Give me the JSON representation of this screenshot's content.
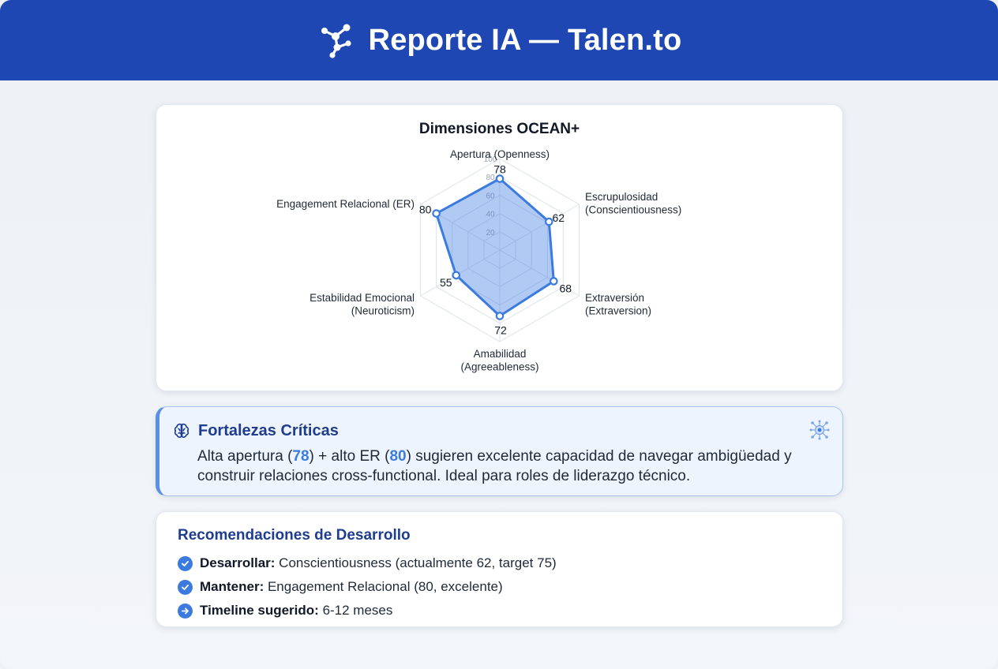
{
  "header": {
    "title": "Reporte IA — Talen.to",
    "logo_icon": "network-nodes-icon"
  },
  "chart_card": {
    "title": "Dimensiones OCEAN+"
  },
  "chart_data": {
    "type": "radar",
    "title": "Dimensiones OCEAN+",
    "range": [
      0,
      100
    ],
    "ticks": [
      "20",
      "40",
      "60",
      "80",
      "100"
    ],
    "axes": [
      {
        "label": [
          "Apertura (Openness)"
        ],
        "value": 78
      },
      {
        "label": [
          "Escrupulosidad",
          "(Conscientiousness)"
        ],
        "value": 62
      },
      {
        "label": [
          "Extraversión",
          "(Extraversion)"
        ],
        "value": 68
      },
      {
        "label": [
          "Amabilidad",
          "(Agreeableness)"
        ],
        "value": 72
      },
      {
        "label": [
          "Estabilidad Emocional",
          "(Neuroticism)"
        ],
        "value": 55
      },
      {
        "label": [
          "Engagement Relacional (ER)"
        ],
        "value": 80
      }
    ],
    "series_color": "#3b7be0",
    "grid": true
  },
  "strength_card": {
    "icon": "brain-icon",
    "title": "Fortalezas Críticas",
    "text_part1": "Alta apertura (",
    "highlight1": "78",
    "text_part2": ") + alto ER (",
    "highlight2": "80",
    "text_part3": ") sugieren excelente capacidad de navegar ambigüedad y construir relaciones cross-functional. Ideal para roles de liderazgo técnico.",
    "deco_icon": "ai-chip-icon"
  },
  "recommendations": {
    "title": "Recomendaciones de Desarrollo",
    "items": [
      {
        "icon": "check-circle-icon",
        "label": "Desarrollar:",
        "text": "Conscientiousness (actualmente 62, target 75)"
      },
      {
        "icon": "check-circle-icon",
        "label": "Mantener:",
        "text": "Engagement Relacional (80, excelente)"
      },
      {
        "icon": "arrow-circle-icon",
        "label": "Timeline sugerido:",
        "text": "6-12 meses"
      }
    ]
  },
  "colors": {
    "header_bg": "#1e47b4",
    "accent": "#3b7be0",
    "heading": "#1e3d8f"
  }
}
